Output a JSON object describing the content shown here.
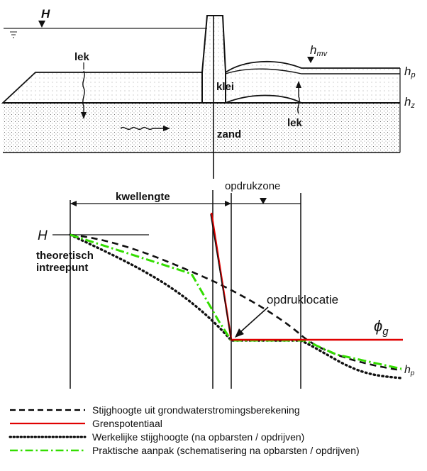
{
  "cross_section": {
    "symbol_H": "H",
    "lek_left": "lek",
    "lek_right": "lek",
    "klei": "klei",
    "zand": "zand",
    "h_mv_main": "h",
    "h_mv_sub": "mv",
    "h_p_main": "h",
    "h_p_sub": "p",
    "h_z_main": "h",
    "h_z_sub": "z"
  },
  "profile": {
    "kwellengte": "kwellengte",
    "opdrukzone": "opdrukzone",
    "symbol_H": "H",
    "intreepunt_line1": "theoretisch",
    "intreepunt_line2": "intreepunt",
    "opdruklocatie": "opdruklocatie",
    "phi_main": "ϕ",
    "phi_sub": "g",
    "h_p_main": "h",
    "h_p_sub": "p"
  },
  "legend": [
    {
      "label": "Stijghoogte uit grondwaterstromingsberekening",
      "color": "#000000",
      "style": "dashed"
    },
    {
      "label": "Grenspotentiaal",
      "color": "#e00000",
      "style": "solid"
    },
    {
      "label": "Werkelijke stijghoogte (na opbarsten / opdrijven)",
      "color": "#000000",
      "style": "dotted"
    },
    {
      "label": "Praktische aanpak (schematisering na opbarsten / opdrijven)",
      "color": "#33dd00",
      "style": "dashdot"
    }
  ]
}
